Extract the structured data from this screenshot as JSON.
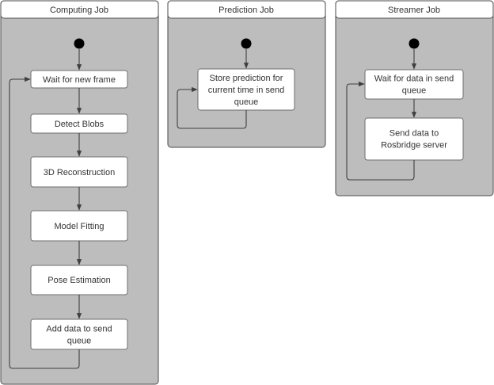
{
  "colors": {
    "lane_fill": "#bdbdbd",
    "lane_stroke": "#4a4a4a",
    "header_fill": "#ffffff",
    "node_fill": "#ffffff",
    "node_stroke": "#6e6e6e",
    "edge": "#3f3f3f",
    "initial_node": "#000000",
    "text": "#333333"
  },
  "lanes": {
    "computing": {
      "title": "Computing Job",
      "nodes": {
        "wait_frame": [
          "Wait for new frame"
        ],
        "detect_blobs": [
          "Detect Blobs"
        ],
        "reconstruction": [
          "3D Reconstruction"
        ],
        "model_fitting": [
          "Model Fitting"
        ],
        "pose_estimation": [
          "Pose Estimation"
        ],
        "add_data": [
          "Add data to send",
          "queue"
        ]
      }
    },
    "prediction": {
      "title": "Prediction Job",
      "nodes": {
        "store_prediction": [
          "Store prediction for",
          "current time in send",
          "queue"
        ]
      }
    },
    "streamer": {
      "title": "Streamer Job",
      "nodes": {
        "wait_data": [
          "Wait for data in send",
          "queue"
        ],
        "send_data": [
          "Send data to",
          "Rosbridge server"
        ]
      }
    }
  }
}
